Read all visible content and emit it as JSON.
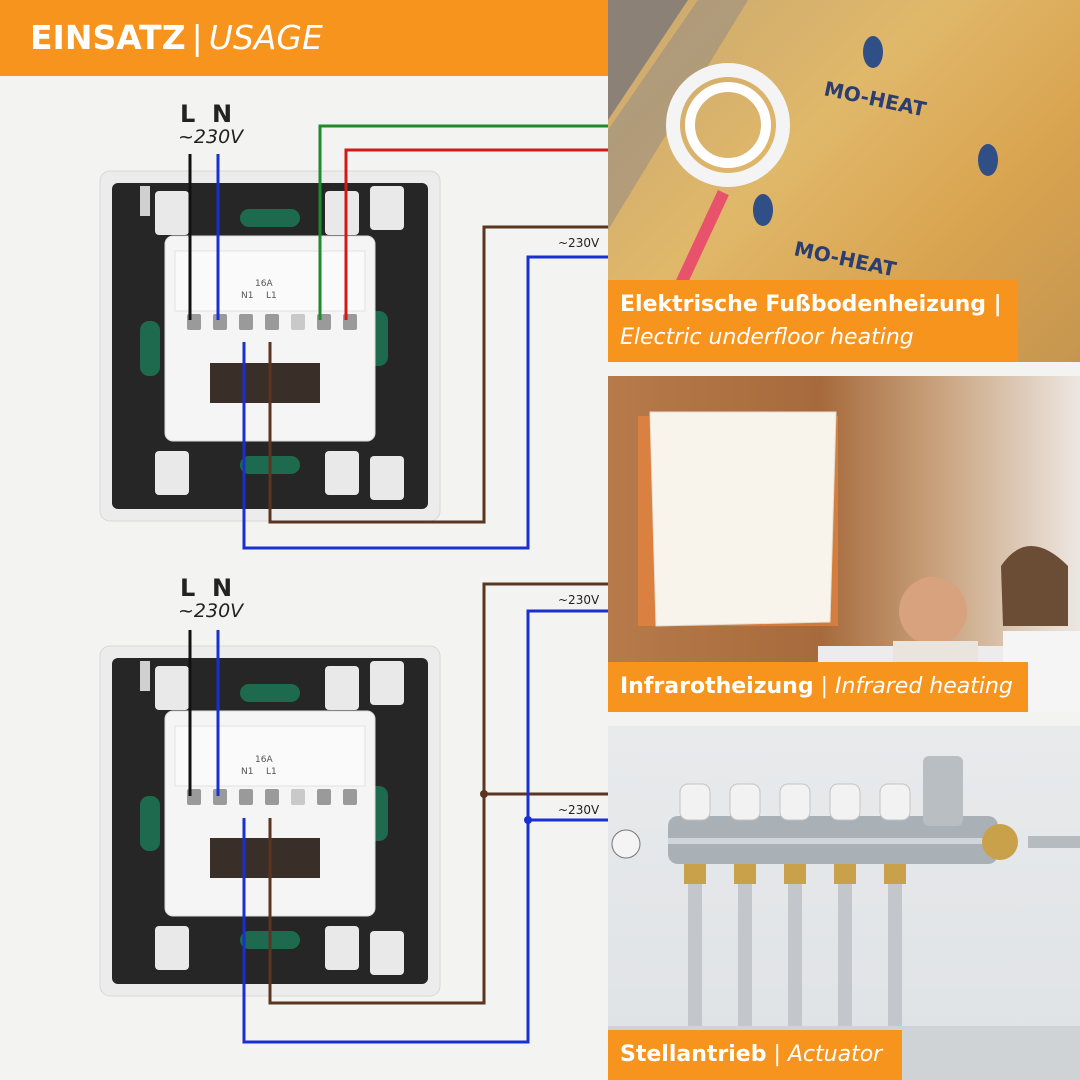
{
  "header": {
    "title_de": "EINSATZ",
    "separator": "|",
    "title_en": "USAGE"
  },
  "thermostat_top": {
    "label_l": "L",
    "label_n": "N",
    "voltage": "~230V",
    "rating": "16A",
    "term_n1": "N1",
    "term_l1": "L1"
  },
  "thermostat_bottom": {
    "label_l": "L",
    "label_n": "N",
    "voltage": "~230V",
    "rating": "16A",
    "term_n1": "N1",
    "term_l1": "L1"
  },
  "panels": {
    "floor": {
      "label_de": "Elektrische Fußbodenheizung |",
      "label_en": "Electric underfloor heating",
      "voltage": "~230V",
      "brand": "MO-HEAT"
    },
    "infrared": {
      "label_de": "Infrarotheizung",
      "separator": "|",
      "label_en": "Infrared heating",
      "voltage": "~230V"
    },
    "actuator": {
      "label_de": "Stellantrieb",
      "separator": "|",
      "label_en": "Actuator",
      "voltage": "~230V"
    }
  },
  "colors": {
    "accent": "#f7941d",
    "wire_live": "#111111",
    "wire_neutral": "#1a2fd0",
    "wire_brown": "#5a3520",
    "wire_green": "#1f8a2a",
    "wire_red": "#d01a1a"
  }
}
